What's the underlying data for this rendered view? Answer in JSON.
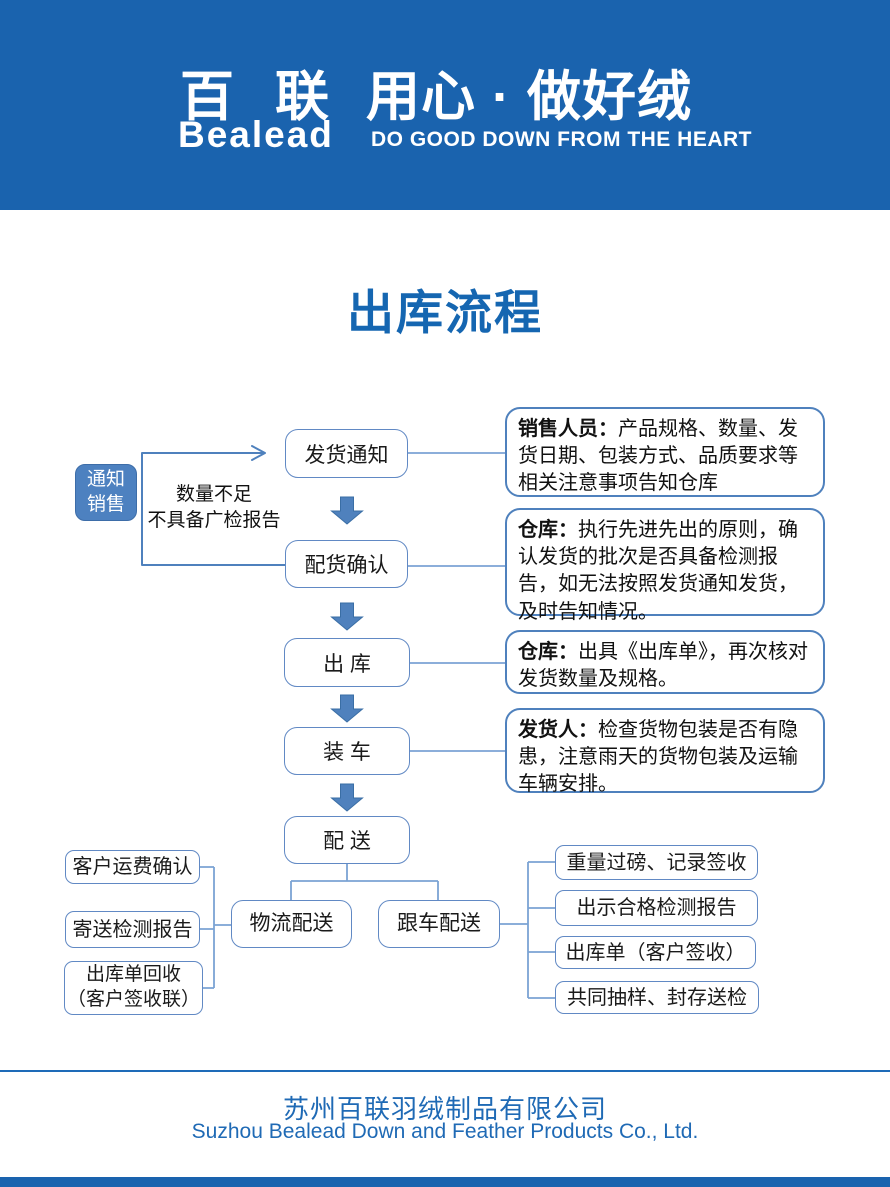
{
  "colors": {
    "brand_blue": "#1a63ae",
    "title_blue": "#1566b1",
    "steel_blue": "#4f81bd",
    "connector_blue": "#7ba3d4"
  },
  "header": {
    "logo_cn": "百 联",
    "logo_en": "Bealead",
    "slogan_cn": "用心 · 做好绒",
    "slogan_en": "DO GOOD DOWN FROM THE HEART"
  },
  "title": "出库流程",
  "flow": {
    "side_box": {
      "lines": [
        "通知",
        "销售"
      ]
    },
    "feedback": {
      "lines": [
        "数量不足",
        "不具备广检报告"
      ]
    },
    "steps": [
      {
        "label": "发货通知"
      },
      {
        "label": "配货确认"
      },
      {
        "label": "出 库"
      },
      {
        "label": "装 车"
      },
      {
        "label": "配 送"
      }
    ],
    "notes": [
      {
        "lead": "销售人员：",
        "body": "产品规格、数量、发货日期、包装方式、品质要求等相关注意事项告知仓库"
      },
      {
        "lead": "仓库：",
        "body": "执行先进先出的原则，确认发货的批次是否具备检测报告，如无法按照发货通知发货，及时告知情况。"
      },
      {
        "lead": "仓库：",
        "body": "出具《出库单》，再次核对发货数量及规格。"
      },
      {
        "lead": "发货人：",
        "body": "检查货物包装是否有隐患，注意雨天的货物包装及运输车辆安排。"
      }
    ],
    "branches": [
      {
        "label": "物流配送"
      },
      {
        "label": "跟车配送"
      }
    ],
    "logistics_tasks": [
      {
        "lines": [
          "客户运费确认"
        ]
      },
      {
        "lines": [
          "寄送检测报告"
        ]
      },
      {
        "lines": [
          "出库单回收",
          "（客户签收联）"
        ]
      }
    ],
    "follow_tasks": [
      {
        "label": "重量过磅、记录签收"
      },
      {
        "label": "出示合格检测报告"
      },
      {
        "label": "出库单（客户签收）"
      },
      {
        "label": "共同抽样、封存送检"
      }
    ]
  },
  "footer": {
    "company_cn": "苏州百联羽绒制品有限公司",
    "company_en": "Suzhou Bealead Down and Feather Products Co., Ltd."
  }
}
